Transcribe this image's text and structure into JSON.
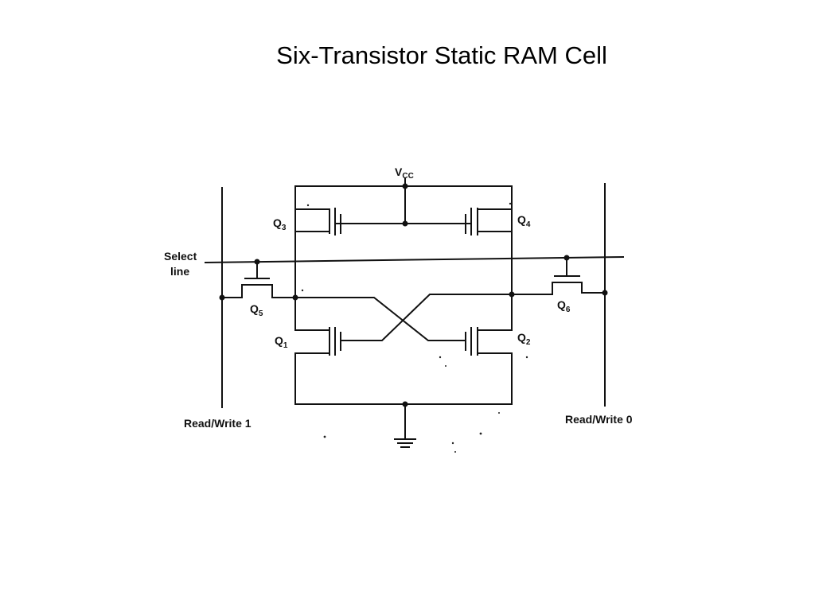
{
  "slide": {
    "title": "Six-Transistor Static RAM Cell"
  },
  "diagram": {
    "supply": {
      "main": "V",
      "sub": "CC"
    },
    "select_line": {
      "line1": "Select",
      "line2": "line"
    },
    "bitlines": {
      "left": "Read/Write 1",
      "right": "Read/Write 0"
    },
    "transistors": [
      {
        "id": "q1",
        "main": "Q",
        "sub": "1"
      },
      {
        "id": "q2",
        "main": "Q",
        "sub": "2"
      },
      {
        "id": "q3",
        "main": "Q",
        "sub": "3"
      },
      {
        "id": "q4",
        "main": "Q",
        "sub": "4"
      },
      {
        "id": "q5",
        "main": "Q",
        "sub": "5"
      },
      {
        "id": "q6",
        "main": "Q",
        "sub": "6"
      }
    ]
  }
}
